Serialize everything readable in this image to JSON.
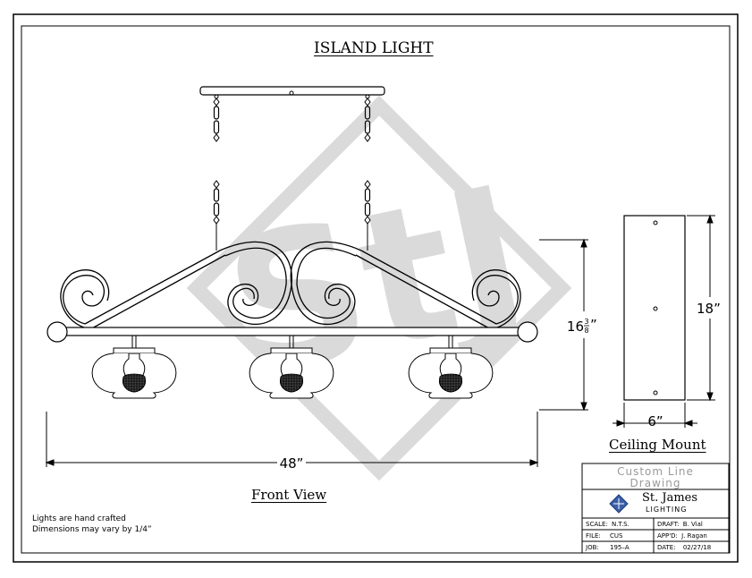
{
  "title": "ISLAND LIGHT",
  "views": {
    "front": "Front View",
    "mount": "Ceiling Mount"
  },
  "dimensions": {
    "width": "48”",
    "height_whole": "16",
    "height_frac_num": "3",
    "height_frac_den": "8",
    "height_mark": "”",
    "mount_height": "18”",
    "mount_width": "6”"
  },
  "notes": {
    "line1": "Lights are hand crafted",
    "line2": "Dimensions may vary by 1/4”"
  },
  "watermark": {
    "letters": "StJ"
  },
  "title_block": {
    "heading_line1": "Custom Line",
    "heading_line2": "Drawing",
    "company_name": "St. James",
    "company_sub": "LIGHTING",
    "rows": [
      {
        "l_label": "SCALE:",
        "l_value": "N.T.S.",
        "r_label": "DRAFT:",
        "r_value": "B. Vial"
      },
      {
        "l_label": "FILE:",
        "l_value": "CUS",
        "r_label": "APP'D:",
        "r_value": "J. Ragan"
      },
      {
        "l_label": "JOB:",
        "l_value": "195–A",
        "r_label": "DATE:",
        "r_value": "02/27/18"
      }
    ]
  },
  "colors": {
    "line": "#000000",
    "watermark": "#d9d9d9",
    "bulb": "#1a1a1a",
    "logo": "#3b5fa8",
    "heading_gray": "#9a9a9a"
  }
}
